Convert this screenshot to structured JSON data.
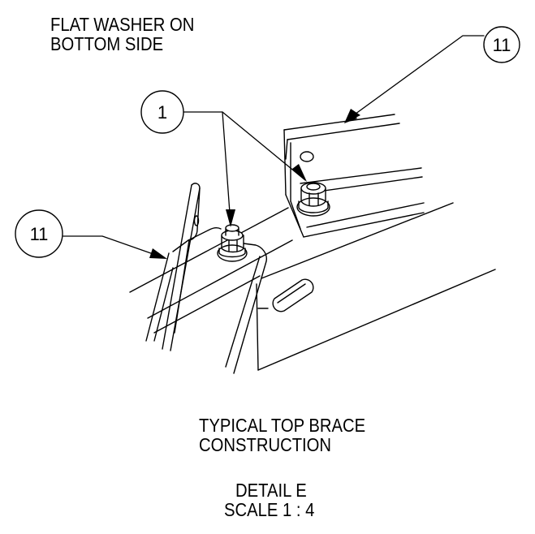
{
  "notes": {
    "washer_line1": "FLAT WASHER ON",
    "washer_line2": "BOTTOM SIDE",
    "title_line1": "TYPICAL TOP BRACE",
    "title_line2": "CONSTRUCTION",
    "detail": "DETAIL E",
    "scale": "SCALE 1 : 4"
  },
  "balloons": {
    "part_11_top": "11",
    "part_1": "1",
    "part_11_left": "11"
  }
}
